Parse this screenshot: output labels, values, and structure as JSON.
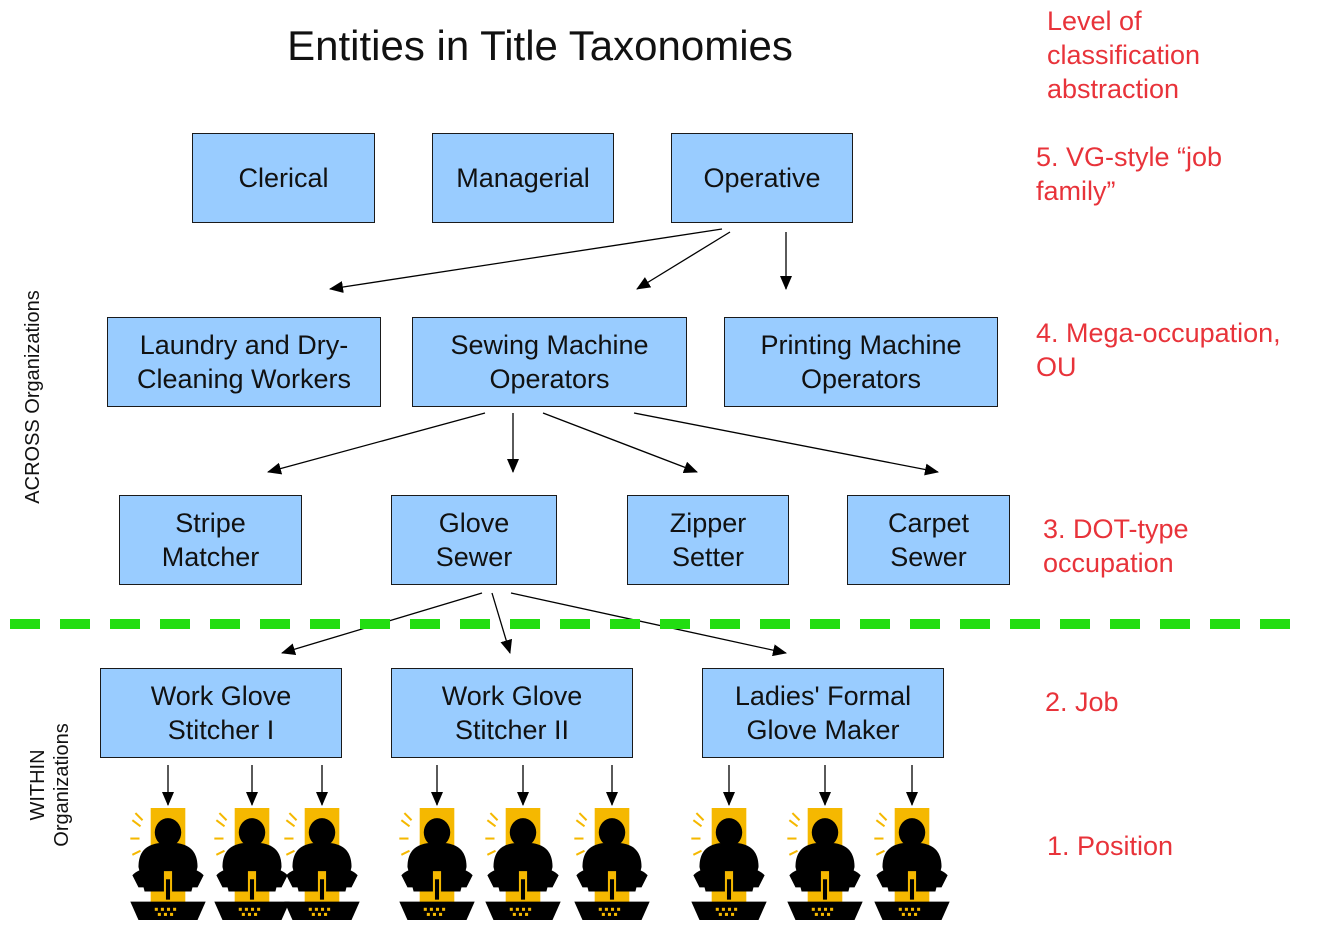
{
  "title": "Entities in Title Taxonomies",
  "level_header": "Level of\nclassification\nabstraction",
  "levels": {
    "l5": "5. VG-style “job\n    family”",
    "l4": "4. Mega-occupation,\n    OU",
    "l3": "3. DOT-type\n    occupation",
    "l2": "2. Job",
    "l1": "1. Position"
  },
  "side_labels": {
    "across": "ACROSS Organizations",
    "within": "WITHIN\nOrganizations"
  },
  "job_families": [
    "Clerical",
    "Managerial",
    "Operative"
  ],
  "mega_occupations": [
    "Laundry and Dry-\nCleaning Workers",
    "Sewing Machine\nOperators",
    "Printing Machine\nOperators"
  ],
  "dot_occupations": [
    "Stripe\nMatcher",
    "Glove\nSewer",
    "Zipper\nSetter",
    "Carpet\nSewer"
  ],
  "jobs": [
    "Work Glove\nStitcher I",
    "Work Glove\nStitcher II",
    "Ladies' Formal\nGlove Maker"
  ],
  "colors": {
    "box_fill": "#99ccff",
    "level_text": "#e8333a",
    "divider": "#22dd11",
    "worker_bg": "#f5b800"
  },
  "position_icon": "worker-icon"
}
